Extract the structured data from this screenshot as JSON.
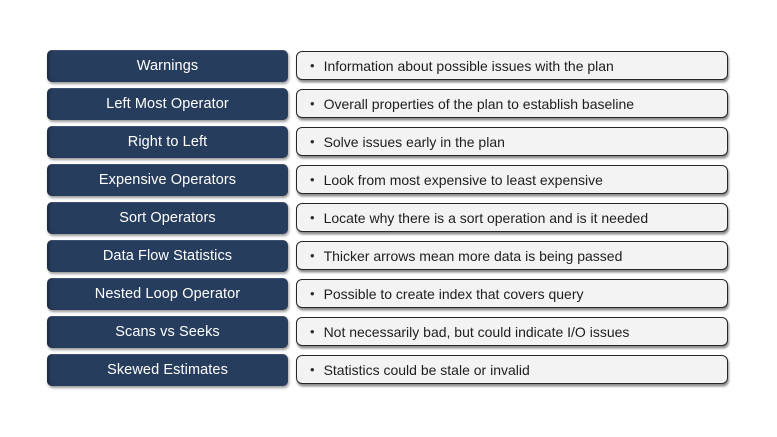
{
  "colors": {
    "background": "#ffffff",
    "navy": "#273d5d",
    "row-fill": "#f3f3f3",
    "row-border": "#262626",
    "label-text": "#ffffff",
    "desc-text": "#1e1e1e"
  },
  "bullet": "•",
  "rows": [
    {
      "label": "Warnings",
      "description": "Information about possible issues with the plan"
    },
    {
      "label": "Left Most Operator",
      "description": "Overall properties of the plan to establish baseline"
    },
    {
      "label": "Right to Left",
      "description": "Solve issues early in the plan"
    },
    {
      "label": "Expensive Operators",
      "description": "Look from most expensive to least expensive"
    },
    {
      "label": "Sort Operators",
      "description": "Locate why there is a sort operation and is it needed"
    },
    {
      "label": "Data Flow Statistics",
      "description": "Thicker arrows mean more data is being passed"
    },
    {
      "label": "Nested Loop Operator",
      "description": "Possible to create index that covers query"
    },
    {
      "label": "Scans vs Seeks",
      "description": "Not necessarily bad, but could indicate I/O issues"
    },
    {
      "label": "Skewed Estimates",
      "description": "Statistics could be stale or invalid"
    }
  ]
}
